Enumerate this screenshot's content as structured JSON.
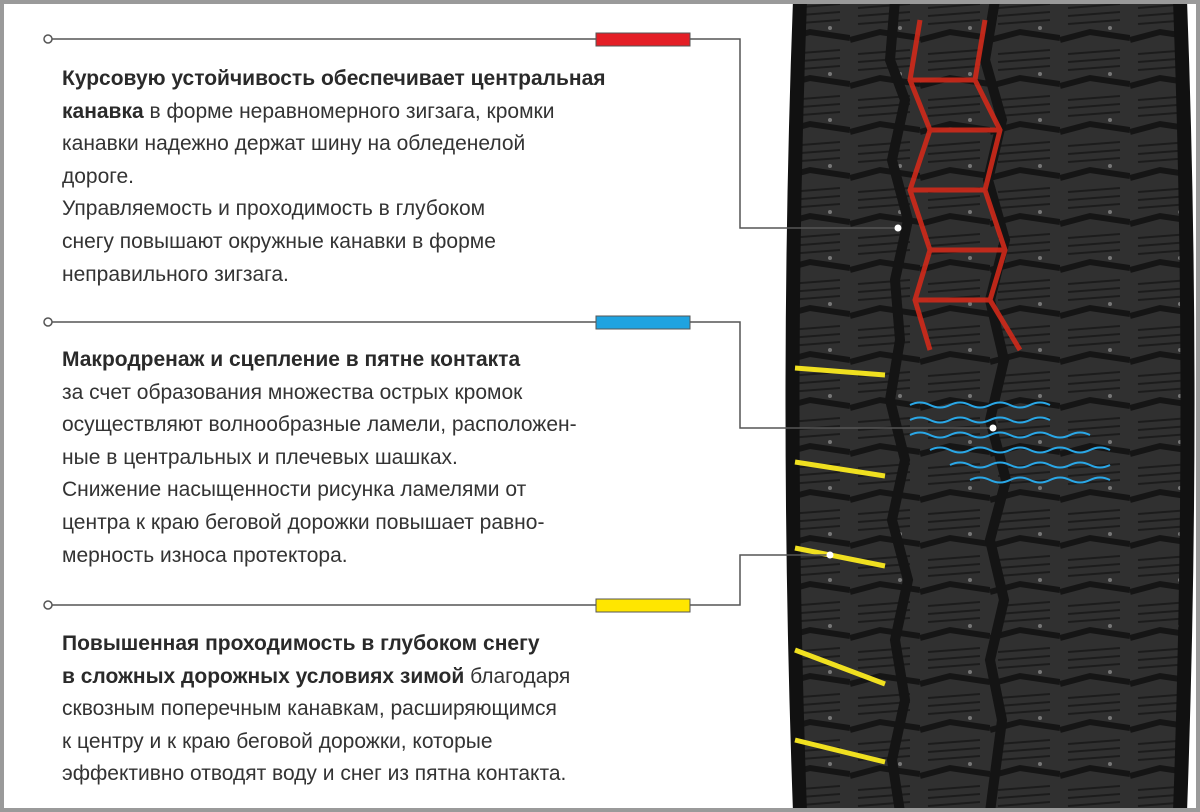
{
  "colors": {
    "red": "#e41f26",
    "blue": "#1fa3e0",
    "yellow": "#ffe600",
    "text": "#333333",
    "tire": "#2b2b2b"
  },
  "sections": [
    {
      "marker_color": "red",
      "lines": [
        [
          {
            "b": true,
            "t": "Курсовую устойчивость обеспечивает центральная"
          }
        ],
        [
          {
            "b": true,
            "t": "канавка"
          },
          {
            "b": false,
            "t": " в форме неравномерного зигзага, кромки"
          }
        ],
        [
          {
            "b": false,
            "t": "канавки надежно держат шину на обледенелой"
          }
        ],
        [
          {
            "b": false,
            "t": "дороге."
          }
        ],
        [
          {
            "b": false,
            "t": "Управляемость и проходимость в глубоком"
          }
        ],
        [
          {
            "b": false,
            "t": "снегу повышают окружные канавки в форме"
          }
        ],
        [
          {
            "b": false,
            "t": "неправильного зигзага."
          }
        ]
      ]
    },
    {
      "marker_color": "blue",
      "lines": [
        [
          {
            "b": true,
            "t": "Макродренаж и сцепление в пятне контакта"
          }
        ],
        [
          {
            "b": false,
            "t": "за счет образования множества острых кромок"
          }
        ],
        [
          {
            "b": false,
            "t": "осуществляют волнообразные ламели, расположен-"
          }
        ],
        [
          {
            "b": false,
            "t": "ные в центральных и плечевых шашках."
          }
        ],
        [
          {
            "b": false,
            "t": "Снижение насыщенности рисунка ламелями от"
          }
        ],
        [
          {
            "b": false,
            "t": "центра к краю беговой дорожки повышает равно-"
          }
        ],
        [
          {
            "b": false,
            "t": "мерность износа протектора."
          }
        ]
      ]
    },
    {
      "marker_color": "yellow",
      "lines": [
        [
          {
            "b": true,
            "t": "Повышенная проходимость в глубоком снегу"
          }
        ],
        [
          {
            "b": true,
            "t": "в сложных дорожных условиях зимой"
          },
          {
            "b": false,
            "t": " благодаря"
          }
        ],
        [
          {
            "b": false,
            "t": "сквозным поперечным канавкам, расширяющимся"
          }
        ],
        [
          {
            "b": false,
            "t": "к центру и к краю беговой дорожки, которые"
          }
        ],
        [
          {
            "b": false,
            "t": "эффективно отводят воду и снег из пятна контакта."
          }
        ]
      ]
    }
  ]
}
